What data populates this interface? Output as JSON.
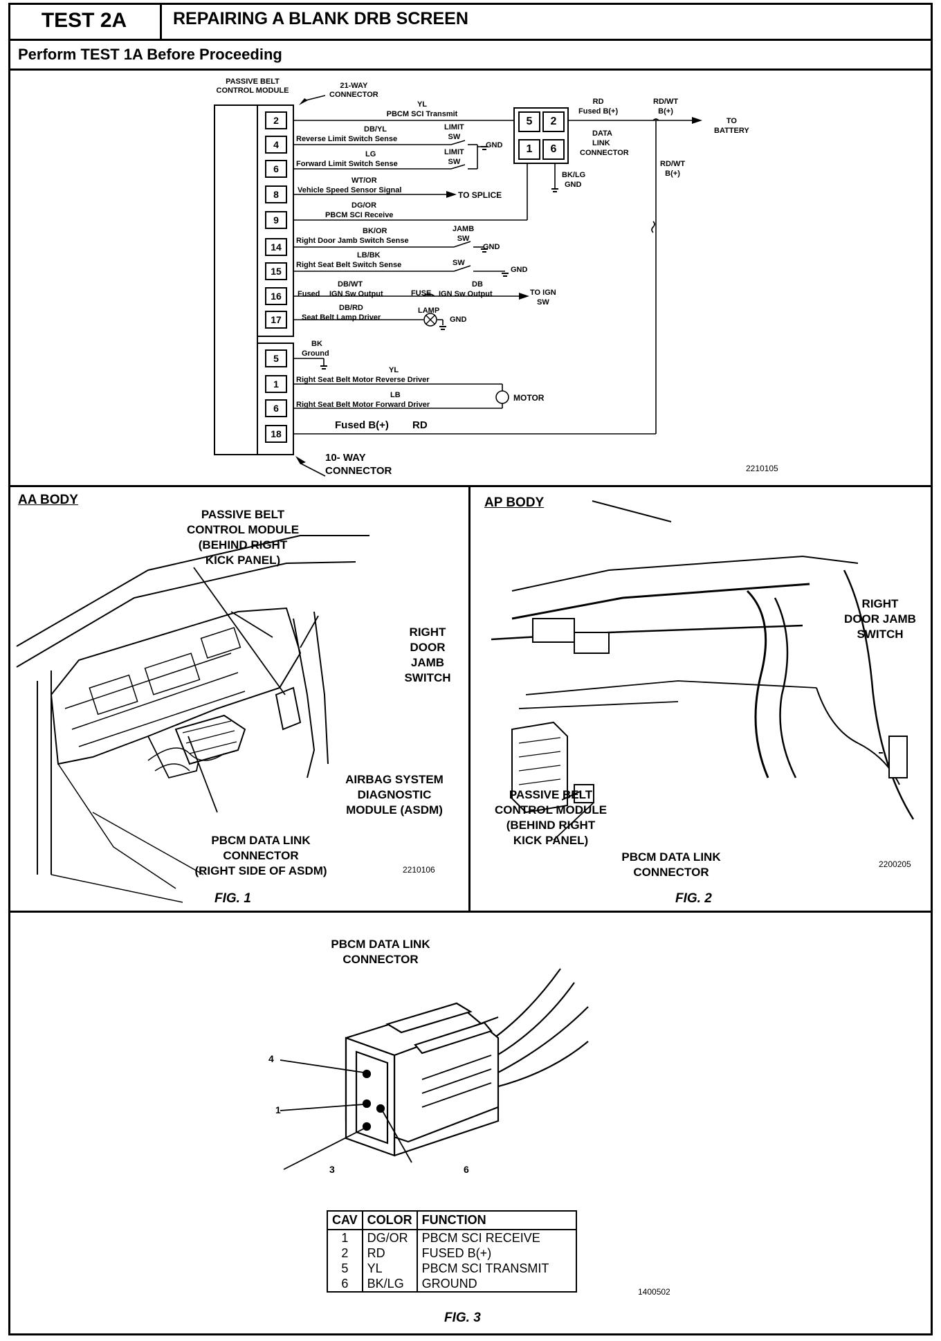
{
  "header": {
    "test_id": "TEST 2A",
    "title": "REPAIRING A BLANK DRB SCREEN",
    "subtitle": "Perform TEST 1A Before Proceeding"
  },
  "schematic": {
    "module_label_1": "PASSIVE BELT",
    "module_label_2": "CONTROL MODULE",
    "connector21_1": "21-WAY",
    "connector21_2": "CONNECTOR",
    "connector10_1": "10- WAY",
    "connector10_2": "CONNECTOR",
    "pins_21way": [
      "2",
      "4",
      "6",
      "8",
      "9",
      "14",
      "15",
      "16",
      "17"
    ],
    "pins_10way": [
      "5",
      "1",
      "6",
      "18"
    ],
    "wires": {
      "w2_color": "YL",
      "w2_func": "PBCM SCI Transmit",
      "w4_color": "DB/YL",
      "w4_func": "Reverse Limit Switch Sense",
      "w6_color": "LG",
      "w6_func": "Forward Limit Switch Sense",
      "w8_color": "WT/OR",
      "w8_func": "Vehicle Speed Sensor Signal",
      "w9_color": "DG/OR",
      "w9_func": "PBCM SCI Receive",
      "w14_color": "BK/OR",
      "w14_func": "Right Door Jamb Switch Sense",
      "w15_color": "LB/BK",
      "w15_func": "Right Seat Belt Switch Sense",
      "w16_a": "Fused",
      "w16_color": "DB/WT",
      "w16_func": "IGN Sw Output",
      "w16_fuse": "FUSE",
      "w16_color2": "DB",
      "w16_func2": "IGN Sw Output",
      "w17_color": "DB/RD",
      "w17_func": "Seat Belt Lamp Driver",
      "g5_color": "BK",
      "g5_func": "Ground",
      "m1_color": "YL",
      "m1_func": "Right Seat Belt Motor Reverse Driver",
      "m6_color": "LB",
      "m6_func": "Right Seat Belt Motor Forward Driver",
      "p18_func": "Fused B(+)",
      "p18_color": "RD"
    },
    "limit_sw": "LIMIT",
    "sw": "SW",
    "jamb": "JAMB",
    "gnd": "GND",
    "lamp": "LAMP",
    "motor": "MOTOR",
    "to_splice": "TO SPLICE",
    "to_ign_1": "TO IGN",
    "to_ign_2": "SW",
    "dlc_pins": [
      "5",
      "2",
      "1",
      "6"
    ],
    "dlc_label_1": "DATA",
    "dlc_label_2": "LINK",
    "dlc_label_3": "CONNECTOR",
    "dlc_gnd_color": "BK/LG",
    "dlc_gnd": "GND",
    "rd_color": "RD",
    "rd_func": "Fused B(+)",
    "rdwt_color": "RD/WT",
    "rdwt_func": "B(+)",
    "to_battery_1": "TO",
    "to_battery_2": "BATTERY",
    "ref": "2210105"
  },
  "fig1": {
    "heading": "AA BODY",
    "pbcm_1": "PASSIVE BELT",
    "pbcm_2": "CONTROL MODULE",
    "pbcm_3": "(BEHIND RIGHT",
    "pbcm_4": "KICK PANEL)",
    "jamb_1": "RIGHT",
    "jamb_2": "DOOR",
    "jamb_3": "JAMB",
    "jamb_4": "SWITCH",
    "asdm_1": "AIRBAG SYSTEM",
    "asdm_2": "DIAGNOSTIC",
    "asdm_3": "MODULE (ASDM)",
    "dlc_1": "PBCM DATA LINK",
    "dlc_2": "CONNECTOR",
    "dlc_3": "(RIGHT SIDE OF ASDM)",
    "ref": "2210106",
    "caption": "FIG. 1"
  },
  "fig2": {
    "heading": "AP BODY",
    "jamb_1": "RIGHT",
    "jamb_2": "DOOR JAMB",
    "jamb_3": "SWITCH",
    "pbcm_1": "PASSIVE BELT",
    "pbcm_2": "CONTROL MODULE",
    "pbcm_3": "(BEHIND RIGHT",
    "pbcm_4": "KICK PANEL)",
    "dlc_1": "PBCM DATA LINK",
    "dlc_2": "CONNECTOR",
    "ref": "2200205",
    "caption": "FIG. 2"
  },
  "fig3": {
    "title_1": "PBCM DATA LINK",
    "title_2": "CONNECTOR",
    "callouts": [
      "4",
      "1",
      "3",
      "6"
    ],
    "table": {
      "headers": [
        "CAV",
        "COLOR",
        "FUNCTION"
      ],
      "rows": [
        [
          "1",
          "DG/OR",
          "PBCM SCI RECEIVE"
        ],
        [
          "2",
          "RD",
          "FUSED B(+)"
        ],
        [
          "5",
          "YL",
          "PBCM SCI TRANSMIT"
        ],
        [
          "6",
          "BK/LG",
          "GROUND"
        ]
      ]
    },
    "ref": "1400502",
    "caption": "FIG. 3"
  }
}
